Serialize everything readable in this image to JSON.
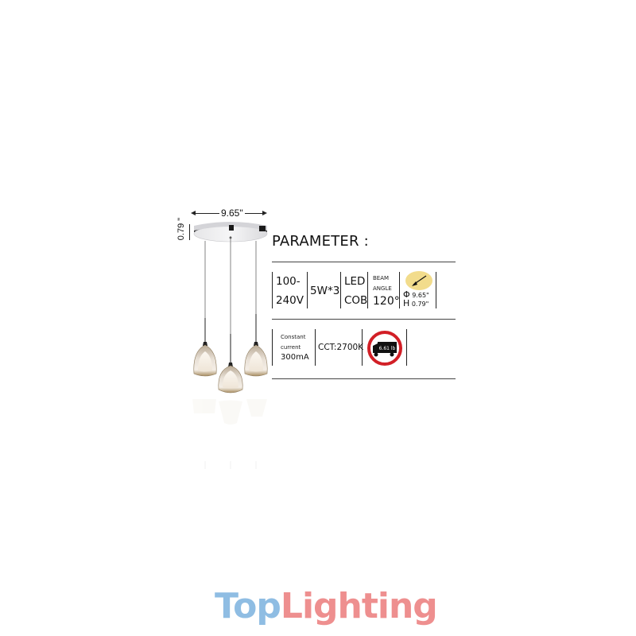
{
  "product": {
    "dimensions": {
      "width_label": "9.65\"",
      "height_label": "0.79 \""
    },
    "pendant_count": 3
  },
  "parameters": {
    "title": "PARAMETER :",
    "row1": {
      "voltage": {
        "line1": "100-",
        "line2": "240V"
      },
      "power": "5W*3",
      "light_source": {
        "line1": "LED",
        "line2": "COB"
      },
      "beam": {
        "label1": "BEAM",
        "label2": "ANGLE",
        "value": "120°"
      },
      "size": {
        "diameter_symbol": "Φ",
        "diameter": "9.65\"",
        "height_symbol": "H",
        "height": "0.79\""
      },
      "icons": {
        "beam": "beam-angle-icon"
      }
    },
    "row2": {
      "driver": {
        "line1": "Constant",
        "line2": "current",
        "line3": "300mA"
      },
      "cct": "CCT:2700K",
      "weight": {
        "value": "6.61 lb",
        "icon": "no-truck-weight-icon"
      }
    }
  },
  "brand": {
    "part1": "Top",
    "part2": "Lighting",
    "colors": {
      "part1": "#8fbde3",
      "part2": "#ee8f8f"
    }
  }
}
